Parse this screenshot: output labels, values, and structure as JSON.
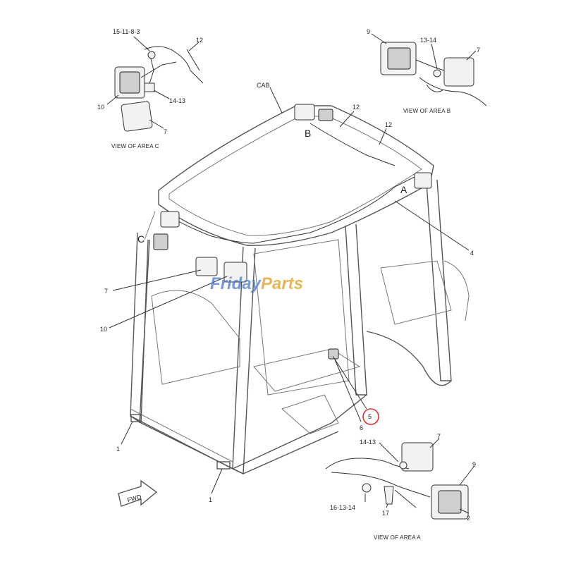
{
  "callouts": {
    "c_15_11_8_3": "15-11-8-3",
    "c_12_top": "12",
    "c_10_top": "10",
    "c_14_13_top": "14-13",
    "c_7_top": "7",
    "c_9_b": "9",
    "c_13_14_b": "13-14",
    "c_7_b": "7",
    "c_cab": "CAB",
    "c_12_mid_a": "12",
    "c_12_mid_b": "12",
    "c_4": "4",
    "c_7_left": "7",
    "c_10_left": "10",
    "c_5": "5",
    "c_6": "6",
    "c_1_left": "1",
    "c_1_bottom": "1",
    "c_14_13_a": "14-13",
    "c_7_a": "7",
    "c_9_a": "9",
    "c_16_13_14": "16-13-14",
    "c_17": "17",
    "c_2": "2"
  },
  "area_letters": {
    "a": "A",
    "b": "B",
    "c": "C"
  },
  "captions": {
    "view_c": "VIEW OF AREA C",
    "view_b": "VIEW OF AREA B",
    "view_a": "VIEW OF AREA A"
  },
  "fwd_label": "FWD",
  "watermark": {
    "part1": "Friday",
    "part2": "Parts"
  },
  "colors": {
    "highlight_circle": "#e03030",
    "watermark_blue": "#4a78c8",
    "watermark_gold": "#e0a020"
  }
}
